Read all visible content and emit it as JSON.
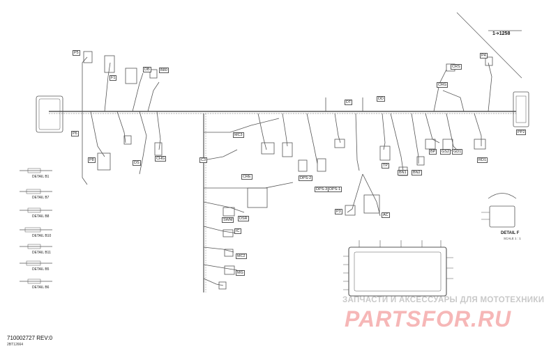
{
  "part_ref": "1➔1258",
  "doc_number": "710002727 REV:0",
  "doc_sub": "2BT12664",
  "watermark": {
    "top": "ЗАПЧАСТИ И АКСЕССУАРЫ ДЛЯ МОТОТЕХНИКИ",
    "main": "PARTSFOR.RU"
  },
  "detail_f": {
    "title": "DETAIL F",
    "scale": "SCALE 1 : 1"
  },
  "details_left": [
    "DETAIL B1",
    "DETAIL B7",
    "DETAIL B8",
    "DETAIL B10",
    "DETAIL B11",
    "DETAIL B5",
    "DETAIL B6"
  ],
  "connectors": [
    "P5",
    "F1",
    "DB",
    "B80",
    "P6",
    "P8",
    "CHG",
    "DS",
    "DSR",
    "MC3",
    "MC2",
    "MG",
    "IC",
    "P3",
    "TP",
    "DPS-2",
    "DPS-3",
    "DPS-1",
    "AC",
    "BN1",
    "BN2",
    "BP",
    "GS2",
    "GD1",
    "RD1",
    "CRS",
    "CRG",
    "PP2",
    "P4",
    "DT",
    "DD",
    "SWM",
    "C3",
    "CRE"
  ]
}
